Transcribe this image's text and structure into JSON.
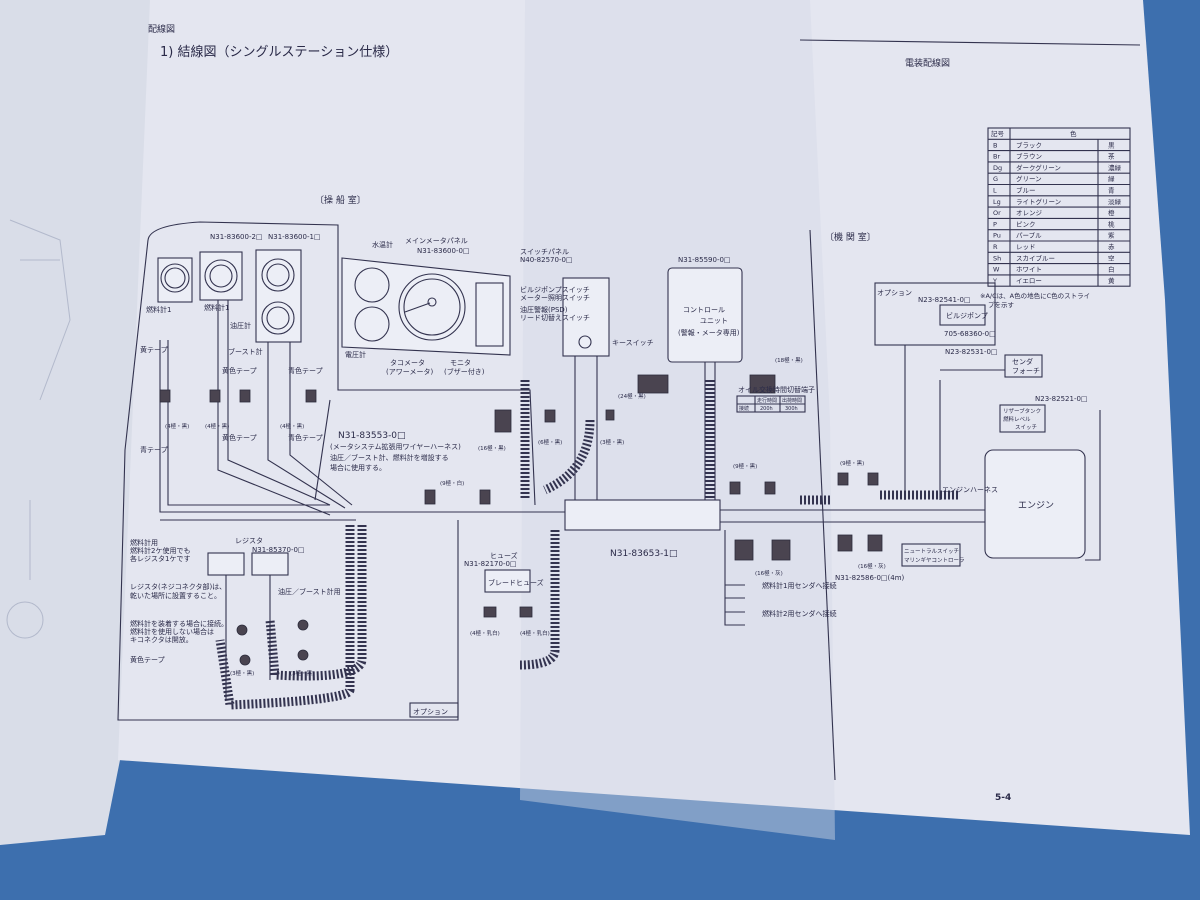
{
  "header": {
    "section": "配線図",
    "title": "1) 結線図（シングルステーション仕様）",
    "right_title": "電装配線図",
    "page_number": "5-4"
  },
  "areas": {
    "bridge": "〔操 船 室〕",
    "engine_room": "〔機 関 室〕"
  },
  "bridge": {
    "part_gauge2": "N31-83600-2□",
    "part_gauge1": "N31-83600-1□",
    "water_temp": "水温計",
    "main_panel": "メインメータパネル",
    "main_panel_part": "N31-83600-0□",
    "fuel_gauge": "燃料計1",
    "fuel_gauge_b": "燃料計1",
    "oil_pressure": "油圧計",
    "boost": "ブースト計",
    "yellow_tape": "黄色テープ",
    "blue_tape": "青色テープ",
    "yellow_tape2": "黄色テープ",
    "blue_tape2": "青色テープ",
    "voltmeter": "電圧計",
    "tacho": "タコメータ",
    "hour": "(アワーメータ)",
    "monitor": "モニタ",
    "buzzer": "(ブザー付き)",
    "tape_left": "黄テープ",
    "tape_left2": "青テープ"
  },
  "switch_panel": {
    "title": "スイッチパネル",
    "part": "N40-82570-0□",
    "items": [
      "ビルジポンプスイッチ",
      "メーター照明スイッチ",
      "油圧警報(PSD)",
      "リード切替えスイッチ"
    ],
    "key": "キースイッチ"
  },
  "control_unit": {
    "part": "N31-85590-0□",
    "line1": "コントロール",
    "line2": "ユニット",
    "line3": "(警報・メータ専用)"
  },
  "extension": {
    "part": "N31-83553-0□",
    "desc": "(メータシステム拡張用ワイヤーハーネス)",
    "note1": "油圧／ブースト計、燃料計を増設する",
    "note2": "場合に使用する。"
  },
  "main_harness": "N31-83653-1□",
  "engine_harness_part": "N31-82586-0□(4m)",
  "fuse": {
    "label": "ヒューズ",
    "part": "N31-82170-0□",
    "inner": "ブレードヒューズ"
  },
  "senders": [
    "燃料計1用センダへ接続",
    "燃料計2用センダへ接続"
  ],
  "oil_change": {
    "title": "オイル交換時間切替端子",
    "headers": [
      "",
      "走行時間",
      "出荷時間"
    ],
    "row": [
      "接続",
      "200h",
      "300h"
    ]
  },
  "resistor": {
    "label": "レジスタ",
    "part": "N31-85370-0□",
    "fuel_note": [
      "燃料計用",
      "燃料計2ケ使用でも",
      "各レジスタ1ケです"
    ],
    "oil_boost": "油圧／ブースト計用",
    "warning": [
      "レジスタ(ネジコネクタ部)は、",
      "乾いた場所に設置すること。"
    ],
    "connect_note": [
      "燃料計を装着する場合に接続。",
      "燃料計を使用しない場合は",
      "キコネクタは開放。"
    ],
    "tape": "黄色テープ"
  },
  "option_label": "オプション",
  "engine_room": {
    "option": "オプション",
    "bilge_part": "N23-82541-0□",
    "bilge_pump": "ビルジポンプ",
    "bilge_sub": "705-68360-0□",
    "sender_part": "N23-82531-0□",
    "sender": [
      "センダ",
      "フォーチ"
    ],
    "reserve_part": "N23-82521-0□",
    "reserve": [
      "リザーブタンク",
      "燃料レベル",
      "スイッチ"
    ],
    "engine": "エンジン",
    "engine_harness": "エンジンハーネス",
    "neutral": [
      "ニュートラルスイッチ",
      "マリンギヤコントローラ"
    ]
  },
  "connectors": [
    "(4極・黒)",
    "(4極・黒)",
    "(4極・黒)",
    "(16極・黒)",
    "(6極・黒)",
    "(3極・黒)",
    "(24極・黒)",
    "(18極・黒)",
    "(9極・白)",
    "(9極・黒)",
    "(16極・灰)",
    "(4極・乳白)",
    "(4極・乳白)",
    "(3極・黒)",
    "(3極・黒)",
    "(9極・黒)",
    "(16極・灰)"
  ],
  "color_table": {
    "headers": [
      "記号",
      "色"
    ],
    "rows": [
      [
        "B",
        "ブラック",
        "黒"
      ],
      [
        "Br",
        "ブラウン",
        "茶"
      ],
      [
        "Dg",
        "ダークグリーン",
        "濃緑"
      ],
      [
        "G",
        "グリーン",
        "緑"
      ],
      [
        "L",
        "ブルー",
        "青"
      ],
      [
        "Lg",
        "ライトグリーン",
        "淡緑"
      ],
      [
        "Or",
        "オレンジ",
        "橙"
      ],
      [
        "P",
        "ピンク",
        "桃"
      ],
      [
        "Pu",
        "パープル",
        "紫"
      ],
      [
        "R",
        "レッド",
        "赤"
      ],
      [
        "Sh",
        "スカイブルー",
        "空"
      ],
      [
        "W",
        "ホワイト",
        "白"
      ],
      [
        "Y",
        "イエロー",
        "黄"
      ]
    ],
    "note": [
      "※A/Cは、A色の地色にC色のストライ",
      "プを示す"
    ]
  }
}
